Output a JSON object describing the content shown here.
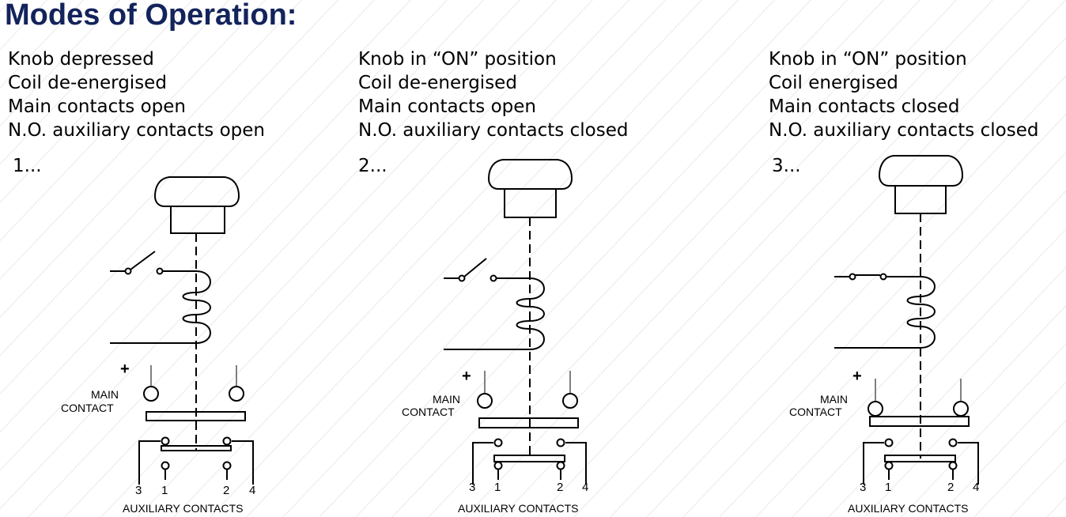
{
  "title": "Modes of Operation:",
  "labels": {
    "plus": "+",
    "main_contact_line1": "MAIN",
    "main_contact_line2": "CONTACT",
    "auxiliary_contacts": "AUXILIARY CONTACTS",
    "terminal_3": "3",
    "terminal_1": "1",
    "terminal_2": "2",
    "terminal_4": "4"
  },
  "modes": [
    {
      "step": "1...",
      "lines": [
        "Knob depressed",
        "Coil de-energised",
        "Main contacts open",
        "N.O. auxiliary contacts open"
      ],
      "knob_state": "depressed",
      "main_contacts": "open",
      "aux_contacts": "open"
    },
    {
      "step": "2...",
      "lines": [
        "Knob in “ON” position",
        "Coil de-energised",
        "Main contacts open",
        "N.O. auxiliary contacts closed"
      ],
      "knob_state": "on",
      "main_contacts": "open",
      "aux_contacts": "closed"
    },
    {
      "step": "3...",
      "lines": [
        "Knob in “ON” position",
        "Coil energised",
        "Main contacts closed",
        "N.O. auxiliary contacts closed"
      ],
      "knob_state": "on",
      "main_contacts": "closed",
      "aux_contacts": "closed"
    }
  ],
  "colors": {
    "title": "#13235b",
    "background_stripe": "#eaeaea",
    "line": "#000000",
    "lead": "#808080"
  }
}
